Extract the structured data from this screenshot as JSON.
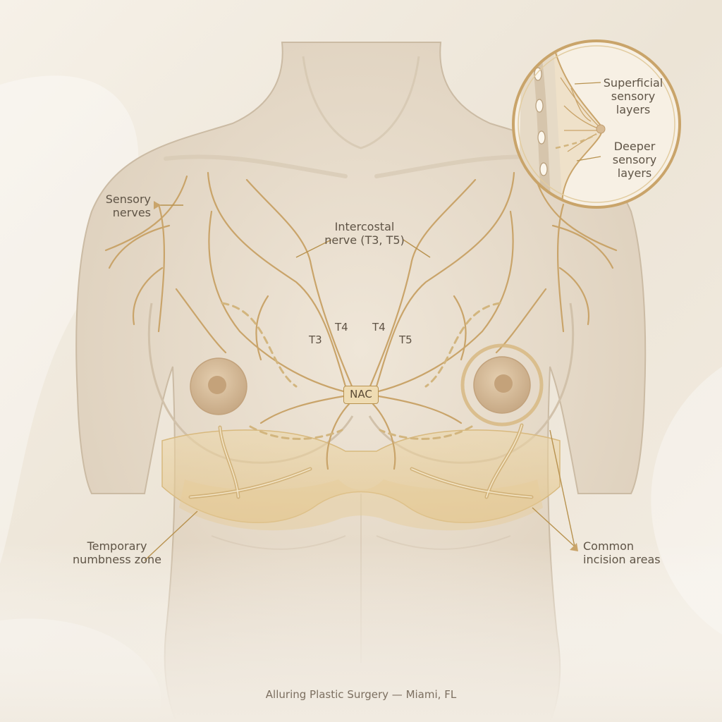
{
  "labels": {
    "sensory_nerves": "Sensory\nnerves",
    "intercostal": "Intercostal\nnerve (T3, T5)",
    "superficial": "Superficial\nsensory\nlayers",
    "deeper": "Deeper\nsensory\nlayers",
    "nac": "NAC",
    "t3": "T3",
    "t4_left": "T4",
    "t4_right": "T4",
    "t5": "T5",
    "numbness": "Temporary\nnumbness zone",
    "incision": "Common\nincision areas"
  },
  "footer": "Alluring Plastic Surgery — Miami, FL",
  "colors": {
    "background": "#f1ebe1",
    "skin": "#e9ddcb",
    "nerve": "#c9a46a",
    "zone": "#e8cf9c",
    "label_text": "#5f5446"
  }
}
